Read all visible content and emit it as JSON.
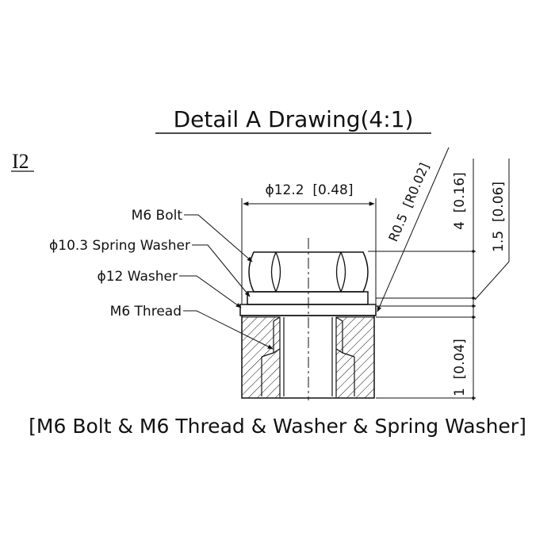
{
  "title": "Detail A Drawing(4:1)",
  "view_id": "I2",
  "caption": "[M6 Bolt & M6 Thread & Washer & Spring Washer]",
  "callouts": {
    "bolt": "M6 Bolt",
    "spring_washer": "ϕ10.3 Spring Washer",
    "washer": "ϕ12 Washer",
    "thread": "M6 Thread"
  },
  "dimensions": {
    "width": "ϕ12.2  [0.48]",
    "radius": "R0.5  [R0.02]",
    "height_bolt": "4  [0.16]",
    "height_washer": "1.5  [0.06]",
    "height_bottom": "1  [0.04]"
  }
}
